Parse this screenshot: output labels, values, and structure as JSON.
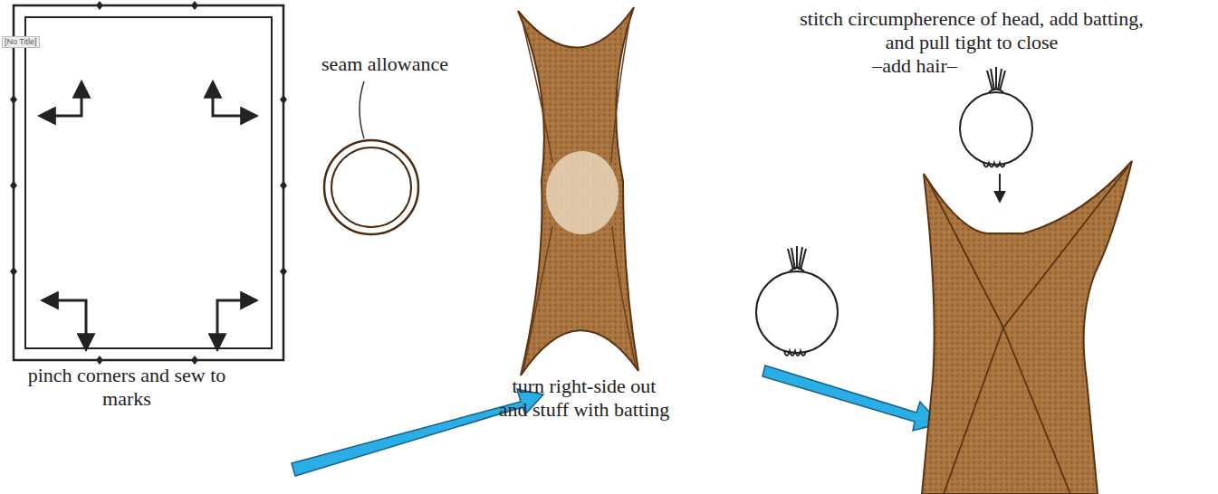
{
  "diagram": {
    "labels": [
      "[No Title]",
      "pinch corners and sew to marks",
      "seam allowance",
      "turn right-side out and stuff with batting",
      "stitch circumpherence of head, add batting, and pull tight to close",
      "–add hair–"
    ]
  }
}
